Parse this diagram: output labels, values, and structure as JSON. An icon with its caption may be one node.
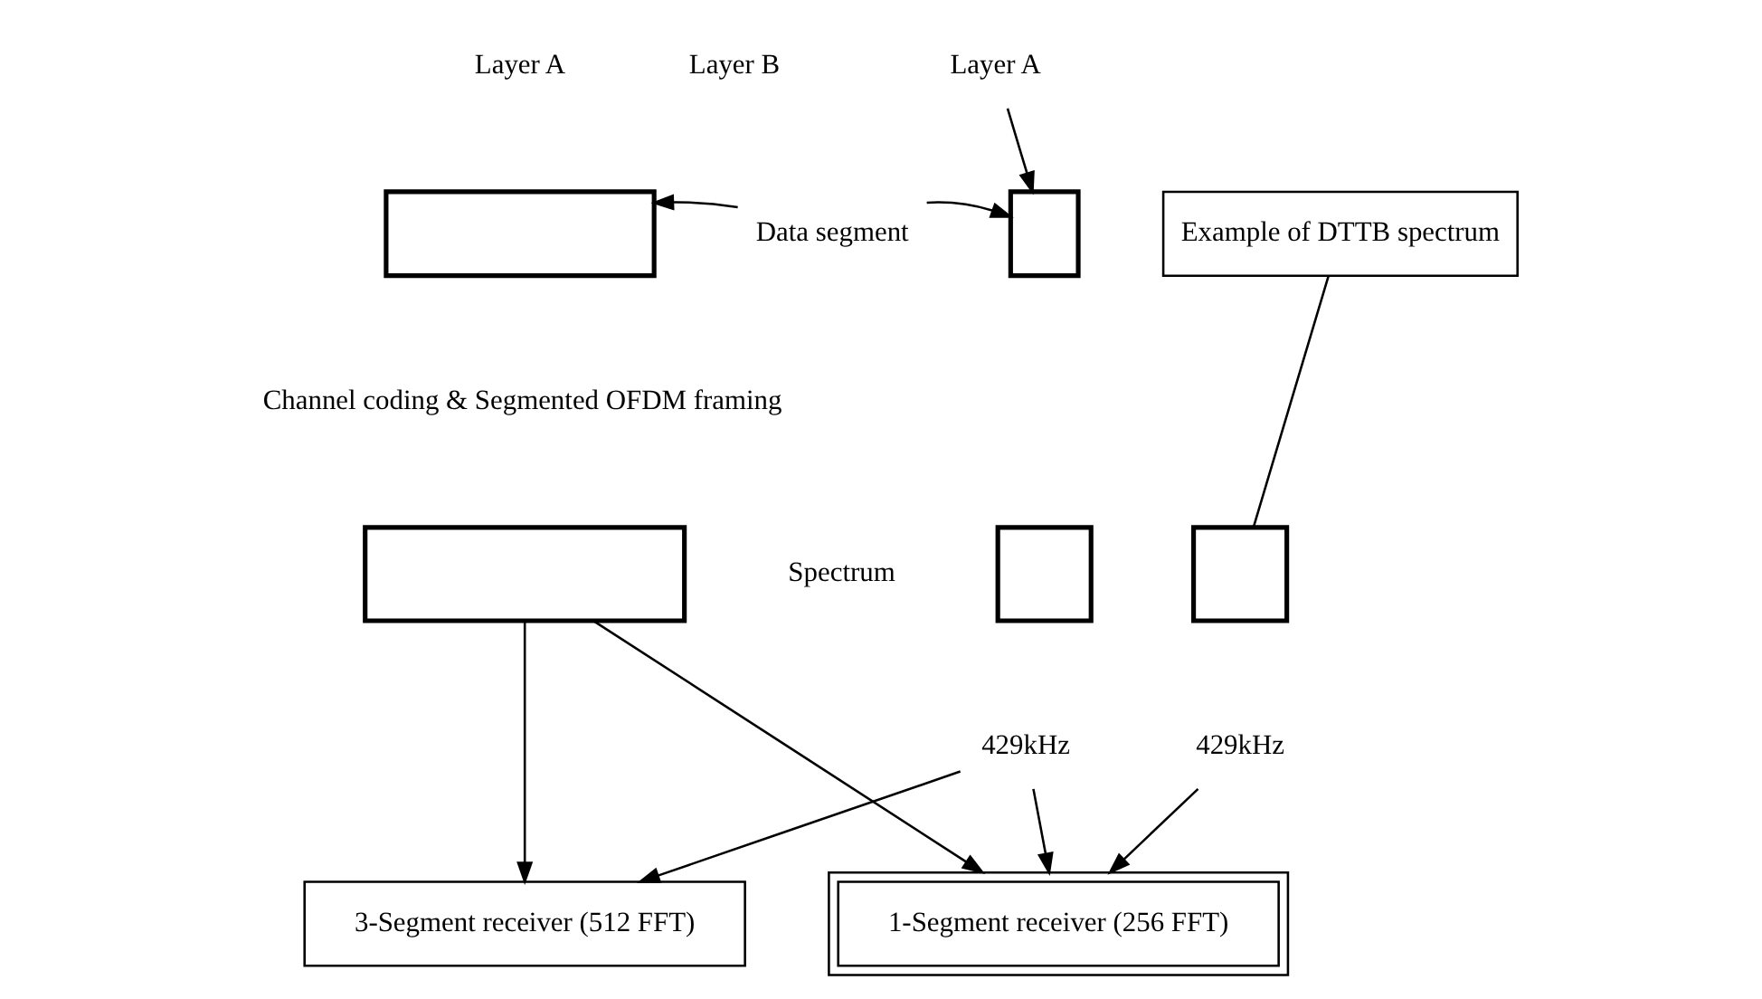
{
  "diagram": {
    "nodes": [
      {
        "text": [],
        "shape": "box"
      },
      {
        "text": [
          "Data segment"
        ]
      },
      {
        "text": [],
        "shape": "box"
      },
      {
        "text": [
          "Layer A"
        ]
      },
      {
        "text": [],
        "shape": "box"
      },
      {
        "text": [],
        "shape": "box"
      },
      {
        "text": [
          "429kHz"
        ]
      },
      {
        "text": [
          "Example of DTTB spectrum"
        ]
      },
      {
        "text": [],
        "shape": "box"
      },
      {
        "text": [
          "429kHz"
        ]
      },
      {
        "text": [
          "3-Segment receiver (512 FFT)"
        ]
      },
      {
        "text": [
          "1-Segment receiver (256 FFT)"
        ]
      }
    ],
    "edges": [
      {
        "from": 1,
        "to": 0,
        "arrow": "to"
      },
      {
        "from": 1,
        "to": 2,
        "arrow": "to"
      },
      {
        "from": 3,
        "to": 2,
        "arrow": "to"
      },
      {
        "from": 7,
        "to": 8,
        "arrow": "none"
      },
      {
        "from": 4,
        "to": 10,
        "arrow": "to"
      },
      {
        "from": 4,
        "to": 11,
        "arrow": "to"
      },
      {
        "from": 6,
        "to": 10,
        "arrow": "to"
      },
      {
        "from": 6,
        "to": 11,
        "arrow": "to"
      },
      {
        "from": 9,
        "to": 11,
        "arrow": "to"
      }
    ],
    "labels": [
      "Layer A",
      "Layer B",
      "Channel coding & Segmented OFDM framing",
      "Spectrum"
    ]
  }
}
